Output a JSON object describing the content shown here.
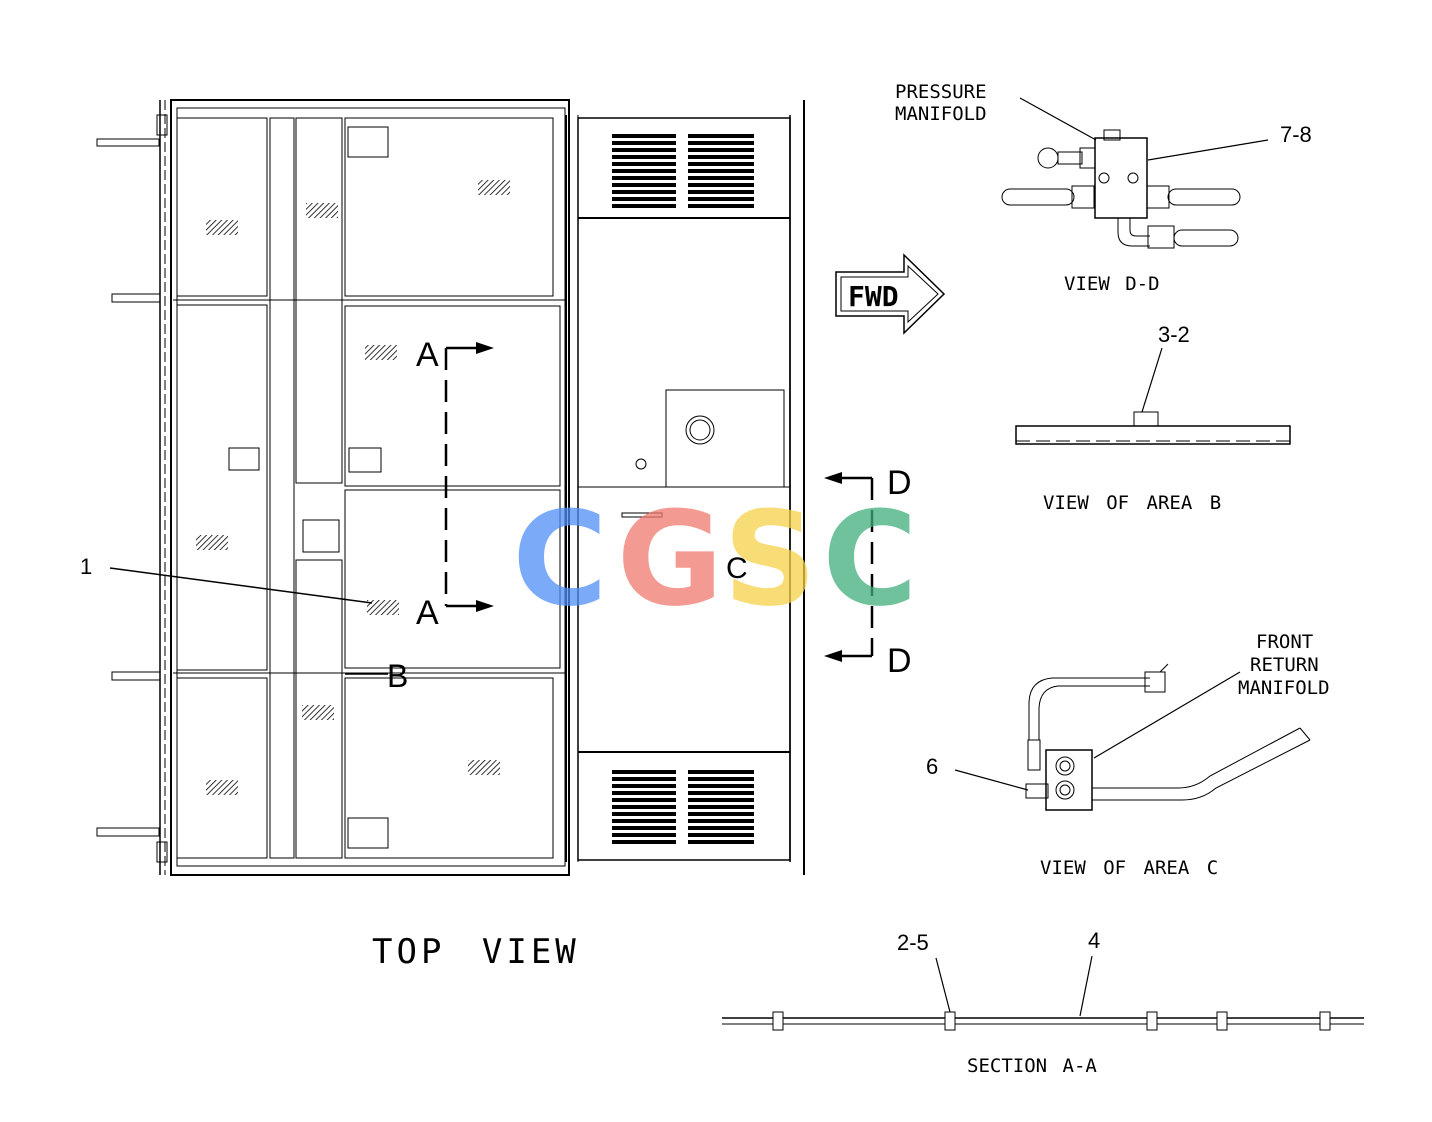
{
  "top_view": {
    "title": "TOP VIEW",
    "callout_item": "1",
    "section_a_label": "A",
    "section_a_label_bottom": "A",
    "area_b_label": "B",
    "area_c_label": "C",
    "section_d_label_top": "D",
    "section_d_label_bottom": "D",
    "fwd_label": "FWD"
  },
  "view_dd": {
    "title": "VIEW D-D",
    "manifold_label_line1": "PRESSURE",
    "manifold_label_line2": "MANIFOLD",
    "callout": "7-8"
  },
  "view_area_b": {
    "title": "VIEW OF AREA B",
    "callout": "3-2"
  },
  "view_area_c": {
    "title": "VIEW OF AREA C",
    "manifold_label_line1": "FRONT",
    "manifold_label_line2": "RETURN",
    "manifold_label_line3": "MANIFOLD",
    "callout": "6"
  },
  "section_aa": {
    "title": "SECTION A-A",
    "callout_left": "2-5",
    "callout_right": "4"
  },
  "watermark": {
    "letters": [
      "C",
      "G",
      "S",
      "C"
    ],
    "colors": [
      "#4f8ef7",
      "#ef7a6e",
      "#f6d24a",
      "#3fae7a"
    ]
  }
}
